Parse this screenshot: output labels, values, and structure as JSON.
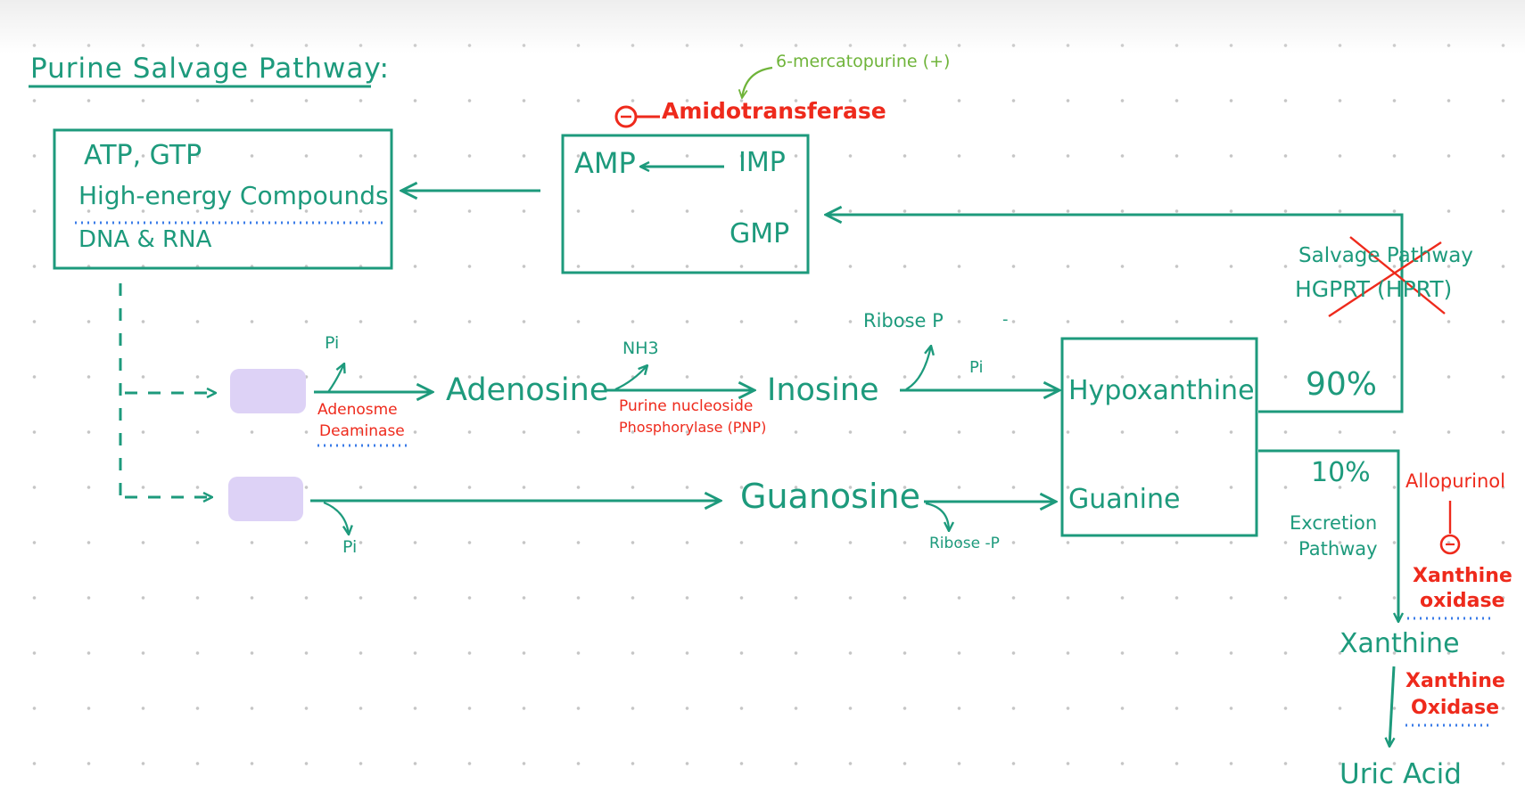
{
  "title": "Purine Salvage Pathway:",
  "inhibitor_drug": "6-mercatopurine (+)",
  "inhibited_enzyme": "Amidotransferase",
  "minus_sign": "−",
  "box_high_energy": {
    "line1": "ATP, GTP",
    "line2": "High-energy Compounds",
    "line3": "DNA & RNA"
  },
  "box_nucleotides": {
    "amp": "AMP",
    "imp": "IMP",
    "gmp": "GMP"
  },
  "pathway_top": {
    "pi_1": "Pi",
    "enzyme_1_line1": "Adenosme",
    "enzyme_1_line2": "Deaminase",
    "adenosine": "Adenosine",
    "nh3": "NH3",
    "enzyme_2_line1": "Purine nucleoside",
    "enzyme_2_line2": "Phosphorylase (PNP)",
    "inosine": "Inosine",
    "ribose_p_top": "Ribose P",
    "dash_mark": "-",
    "pi_2": "Pi"
  },
  "pathway_bottom": {
    "pi": "Pi",
    "guanosine": "Guanosine",
    "ribose_p_bottom": "Ribose -P"
  },
  "box_bases": {
    "hypoxanthine": "Hypoxanthine",
    "guanine": "Guanine"
  },
  "salvage": {
    "line1": "Salvage Pathway",
    "line2": "HGPRT (HPRT)",
    "percent": "90%"
  },
  "excretion": {
    "percent": "10%",
    "line1": "Excretion",
    "line2": "Pathway",
    "allopurinol": "Allopurinol",
    "enzyme_1_line1": "Xanthine",
    "enzyme_1_line2": "oxidase",
    "xanthine": "Xanthine",
    "enzyme_2_line1": "Xanthine",
    "enzyme_2_line2": "Oxidase",
    "uric_acid": "Uric Acid"
  },
  "colors": {
    "teal": "#1d9a7c",
    "red": "#ee2a1c",
    "green": "#6fb43a",
    "dotted_blue": "#3b7ce8",
    "pill_lavender": "#ddd2f6"
  }
}
